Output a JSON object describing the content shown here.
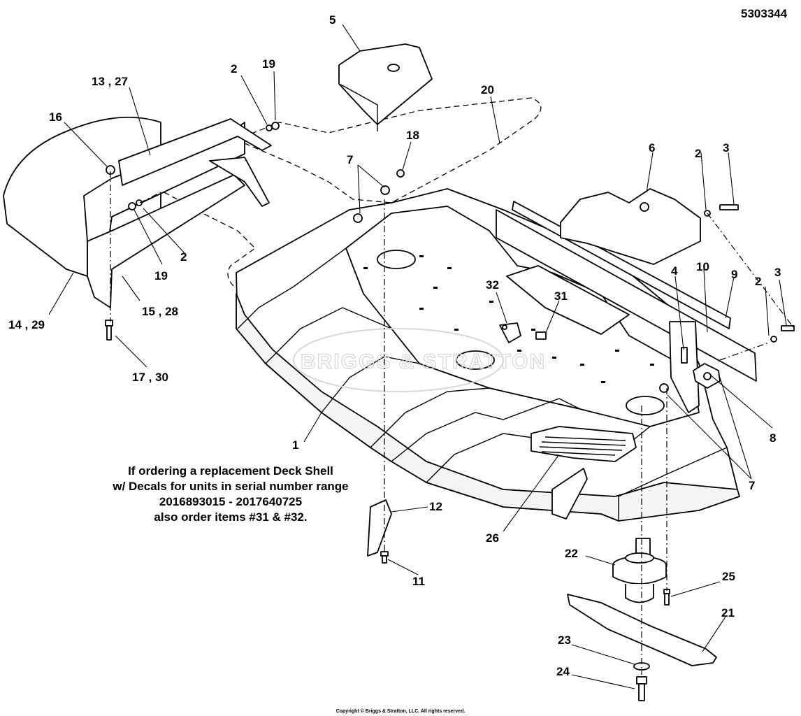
{
  "diagram_number": "5303344",
  "watermark_text": "BRIGGS & STRATTON",
  "note_lines": [
    "If ordering a replacement Deck Shell",
    "w/ Decals for units in serial number range",
    "2016893015 - 2017640725",
    "also order items #31 & #32."
  ],
  "copyright": "Copyright © Briggs & Stratton, LLC. All rights reserved.",
  "callouts": {
    "c1": "1",
    "c2a": "2",
    "c2b": "2",
    "c2c": "2",
    "c2d": "2",
    "c3a": "3",
    "c3b": "3",
    "c4": "4",
    "c5": "5",
    "c6": "6",
    "c7a": "7",
    "c7b": "7",
    "c8": "8",
    "c9": "9",
    "c10": "10",
    "c11": "11",
    "c12": "12",
    "c13_27": "13 , 27",
    "c14_29": "14 , 29",
    "c15_28": "15 , 28",
    "c16": "16",
    "c17_30": "17 , 30",
    "c18": "18",
    "c19a": "19",
    "c19b": "19",
    "c20": "20",
    "c21": "21",
    "c22": "22",
    "c23": "23",
    "c24": "24",
    "c25": "25",
    "c26": "26",
    "c31": "31",
    "c32": "32"
  }
}
